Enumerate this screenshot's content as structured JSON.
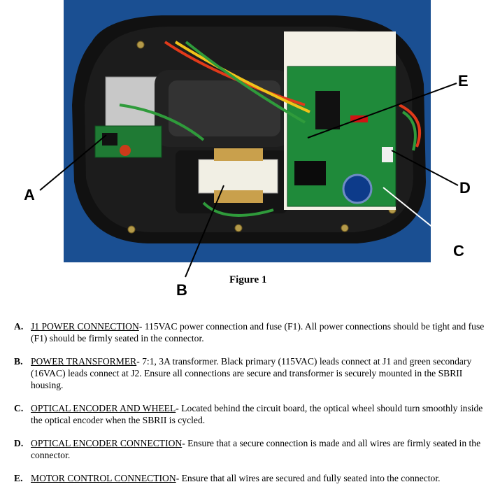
{
  "figure": {
    "caption": "Figure 1",
    "callouts": [
      {
        "letter": "A"
      },
      {
        "letter": "B"
      },
      {
        "letter": "C"
      },
      {
        "letter": "D"
      },
      {
        "letter": "E"
      }
    ]
  },
  "items": [
    {
      "letter": "A.",
      "term": "J1 POWER CONNECTION",
      "text": "- 115VAC power connection and fuse (F1).  All power connections should be tight and fuse (F1) should be firmly seated in the connector."
    },
    {
      "letter": "B.",
      "term": "POWER TRANSFORMER",
      "text": "- 7:1, 3A transformer.  Black primary (115VAC) leads connect at J1 and green secondary (16VAC) leads connect at J2.  Ensure all connections are secure and transformer is securely mounted in the SBRII housing."
    },
    {
      "letter": "C.",
      "term": "OPTICAL ENCODER AND WHEEL",
      "text": "- Located behind the circuit board, the optical wheel should turn smoothly inside the optical encoder when the SBRII is cycled."
    },
    {
      "letter": "D.",
      "term": "OPTICAL ENCODER CONNECTION",
      "text": "- Ensure that a secure connection is made and all wires are firmly seated in the connector."
    },
    {
      "letter": "E.",
      "term": "MOTOR CONTROL CONNECTION",
      "text": "- Ensure that all wires are secured and fully seated into the connector."
    }
  ]
}
